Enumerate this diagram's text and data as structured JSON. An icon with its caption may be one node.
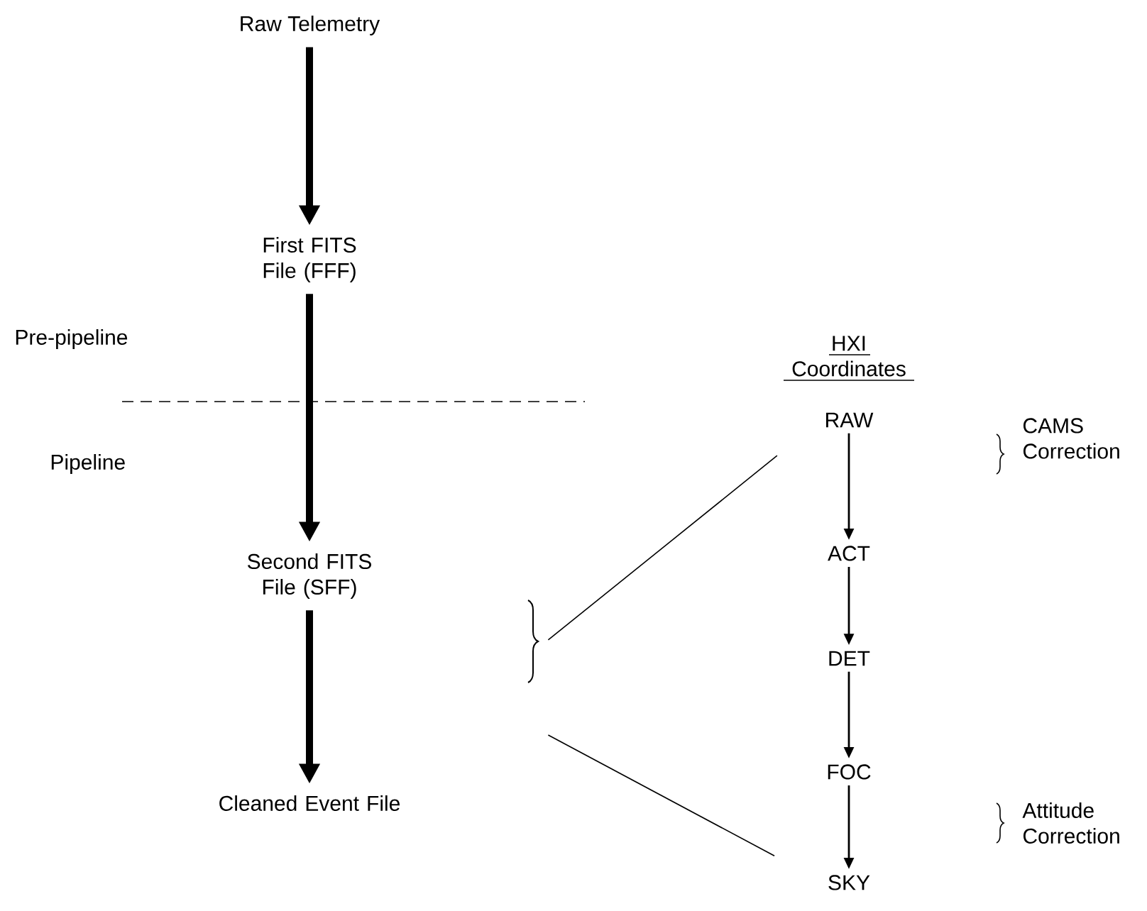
{
  "diagram": {
    "nodes": [
      {
        "text": [
          "Raw Telemetry"
        ]
      },
      {
        "text": [
          "First FITS File (FFF)"
        ]
      },
      {
        "text": [
          "Second FITS File (SFF)"
        ]
      },
      {
        "text": [
          "Cleaned Event File"
        ]
      },
      {
        "text": [
          "RAW"
        ]
      },
      {
        "text": [
          "ACT"
        ]
      },
      {
        "text": [
          "DET"
        ]
      },
      {
        "text": [
          "FOC"
        ]
      },
      {
        "text": [
          "SKY"
        ]
      },
      {
        "text": [],
        "shape": "brace"
      }
    ],
    "edges": [
      {
        "from": 0,
        "to": 1,
        "arrow": "to",
        "style": "thick"
      },
      {
        "from": 1,
        "to": 2,
        "arrow": "to",
        "style": "thick"
      },
      {
        "from": 2,
        "to": 3,
        "arrow": "to",
        "style": "thick"
      },
      {
        "from": 4,
        "to": 5,
        "arrow": "to"
      },
      {
        "from": 5,
        "to": 6,
        "arrow": "to"
      },
      {
        "from": 6,
        "to": 7,
        "arrow": "to"
      },
      {
        "from": 7,
        "to": 8,
        "arrow": "to"
      },
      {
        "from": 9,
        "to": 4,
        "arrow": "none"
      },
      {
        "from": 9,
        "to": 8,
        "arrow": "none"
      }
    ],
    "labels": [
      "Pre-pipeline",
      "Pipeline",
      "HXI Coordinates",
      "CAMS Correction",
      "Attitude Correction"
    ]
  }
}
